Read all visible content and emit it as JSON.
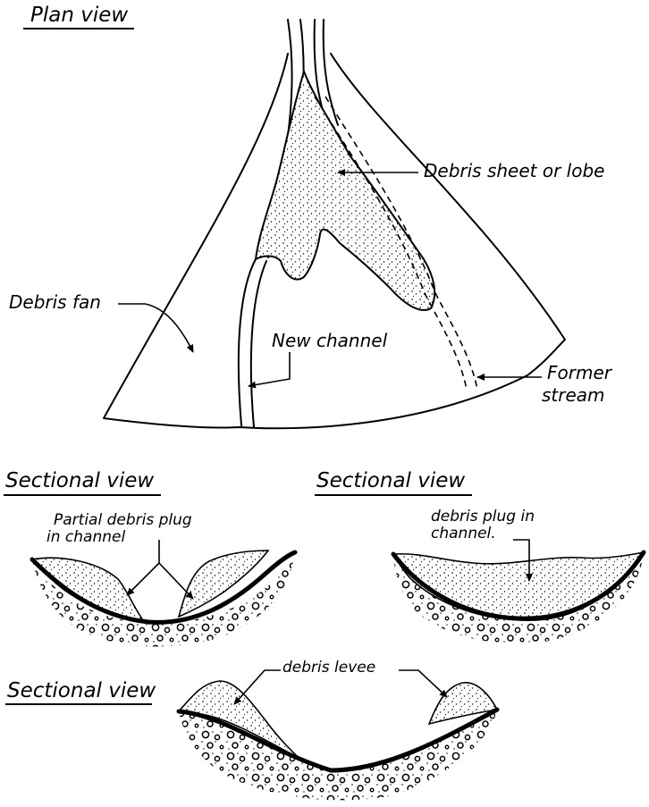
{
  "plan": {
    "title": "Plan view",
    "labels": {
      "debris_sheet": "Debris sheet or lobe",
      "debris_fan": "Debris fan",
      "new_channel": "New channel",
      "former_stream_1": "Former",
      "former_stream_2": "stream"
    }
  },
  "section_left": {
    "title": "Sectional view",
    "label_1": "Partial debris plug",
    "label_2": "in channel"
  },
  "section_right": {
    "title": "Sectional view",
    "label_1": "debris plug in",
    "label_2": "channel."
  },
  "section_bottom": {
    "title": "Sectional view",
    "label": "debris levee"
  },
  "colors": {
    "ink": "#000000",
    "paper": "#ffffff"
  }
}
